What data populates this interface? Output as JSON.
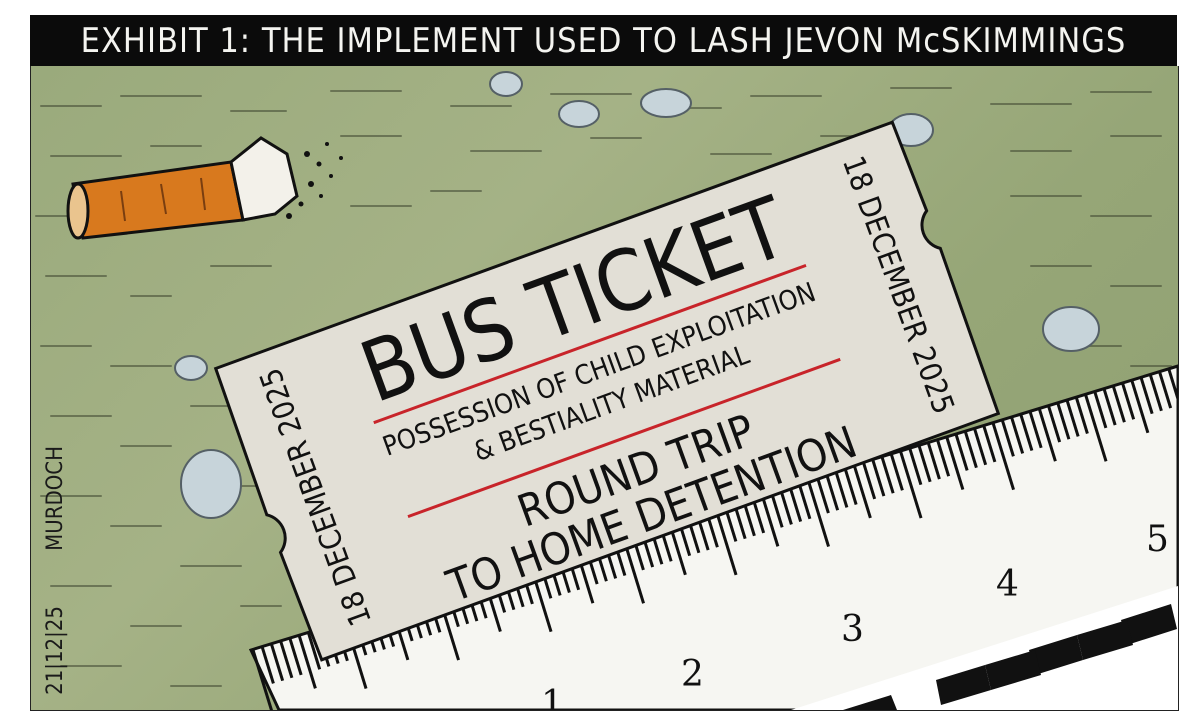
{
  "banner": {
    "title": "EXHIBIT 1: THE IMPLEMENT USED TO LASH JEVON McSKIMMINGS"
  },
  "ticket": {
    "heading": "BUS TICKET",
    "offence_line1": "POSSESSION OF CHILD EXPLOITATION",
    "offence_line2": "& BESTIALITY MATERIAL",
    "route_line1": "ROUND TRIP",
    "route_line2": "TO HOME DETENTION",
    "date_left": "18 DECEMBER 2025",
    "date_right": "18 DECEMBER 2025"
  },
  "ruler": {
    "numbers": [
      "1",
      "2",
      "3",
      "4",
      "5"
    ]
  },
  "signature": {
    "name": "MURDOCH",
    "date": "21|12|25"
  },
  "icons": {
    "cigarette": "cigarette-butt-icon",
    "ruler": "evidence-scale-ruler"
  },
  "colors": {
    "background": "#9eac80",
    "ticket": "#e2dfd6",
    "ink": "#111111",
    "accent_line": "#c8242a",
    "cigarette_filter": "#d8791e",
    "banner": "#0b0b0b"
  }
}
